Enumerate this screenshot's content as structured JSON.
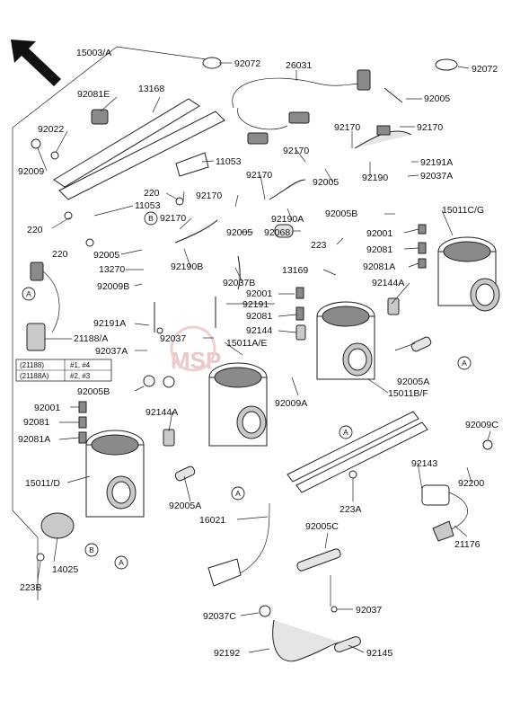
{
  "parts": [
    {
      "id": "p15003A",
      "label": "15003/A"
    },
    {
      "id": "p92072a",
      "label": "92072"
    },
    {
      "id": "p92072b",
      "label": "92072"
    },
    {
      "id": "p26031",
      "label": "26031"
    },
    {
      "id": "p92081E",
      "label": "92081E"
    },
    {
      "id": "p13168",
      "label": "13168"
    },
    {
      "id": "p92005a",
      "label": "92005"
    },
    {
      "id": "p92022",
      "label": "92022"
    },
    {
      "id": "p92009",
      "label": "92009"
    },
    {
      "id": "p92170a",
      "label": "92170"
    },
    {
      "id": "p92170b",
      "label": "92170"
    },
    {
      "id": "p92170c",
      "label": "92170"
    },
    {
      "id": "p11053a",
      "label": "11053"
    },
    {
      "id": "p92191A_top",
      "label": "92191A"
    },
    {
      "id": "p92005b",
      "label": "92005"
    },
    {
      "id": "p92190",
      "label": "92190"
    },
    {
      "id": "p92037A_top",
      "label": "92037A"
    },
    {
      "id": "p220a",
      "label": "220"
    },
    {
      "id": "p92170d",
      "label": "92170"
    },
    {
      "id": "p11053b",
      "label": "11053"
    },
    {
      "id": "p92170e",
      "label": "92170"
    },
    {
      "id": "p92005B_top",
      "label": "92005B"
    },
    {
      "id": "p15011CG",
      "label": "15011C/G"
    },
    {
      "id": "p220b",
      "label": "220"
    },
    {
      "id": "p92190A",
      "label": "92190A"
    },
    {
      "id": "p92001_top",
      "label": "92001"
    },
    {
      "id": "p92170f",
      "label": "92170"
    },
    {
      "id": "p223",
      "label": "223"
    },
    {
      "id": "p92081_top",
      "label": "92081"
    },
    {
      "id": "p220c",
      "label": "220"
    },
    {
      "id": "p92005c",
      "label": "92005"
    },
    {
      "id": "p92068",
      "label": "92068"
    },
    {
      "id": "p92081A_top",
      "label": "92081A"
    },
    {
      "id": "p92005d",
      "label": "92005"
    },
    {
      "id": "p92190B",
      "label": "92190B"
    },
    {
      "id": "p13169",
      "label": "13169"
    },
    {
      "id": "p13270",
      "label": "13270"
    },
    {
      "id": "p92037B",
      "label": "92037B"
    },
    {
      "id": "p92144A_r",
      "label": "92144A"
    },
    {
      "id": "p92009B",
      "label": "92009B"
    },
    {
      "id": "p92001_mid",
      "label": "92001"
    },
    {
      "id": "p92191",
      "label": "92191"
    },
    {
      "id": "p92081_mid",
      "label": "92081"
    },
    {
      "id": "p92191A_l",
      "label": "92191A"
    },
    {
      "id": "p92144",
      "label": "92144"
    },
    {
      "id": "p92037_mid",
      "label": "92037"
    },
    {
      "id": "p15011AE",
      "label": "15011A/E"
    },
    {
      "id": "p21188A",
      "label": "21188/A"
    },
    {
      "id": "p92037A_l",
      "label": "92037A"
    },
    {
      "id": "p92005A_r",
      "label": "92005A"
    },
    {
      "id": "p92005B_l",
      "label": "92005B"
    },
    {
      "id": "p15011BF",
      "label": "15011B/F"
    },
    {
      "id": "p92009A",
      "label": "92009A"
    },
    {
      "id": "p92001_l",
      "label": "92001"
    },
    {
      "id": "p92081_l",
      "label": "92081"
    },
    {
      "id": "p92144A_l",
      "label": "92144A"
    },
    {
      "id": "p92081A_l",
      "label": "92081A"
    },
    {
      "id": "p92009C",
      "label": "92009C"
    },
    {
      "id": "p92143",
      "label": "92143"
    },
    {
      "id": "p92200",
      "label": "92200"
    },
    {
      "id": "p15011D",
      "label": "15011/D"
    },
    {
      "id": "p92005A_l",
      "label": "92005A"
    },
    {
      "id": "p223A",
      "label": "223A"
    },
    {
      "id": "p16021",
      "label": "16021"
    },
    {
      "id": "p92005C",
      "label": "92005C"
    },
    {
      "id": "p21176",
      "label": "21176"
    },
    {
      "id": "p14025",
      "label": "14025"
    },
    {
      "id": "p223B",
      "label": "223B"
    },
    {
      "id": "p92037C",
      "label": "92037C"
    },
    {
      "id": "p92037_bot",
      "label": "92037"
    },
    {
      "id": "p92192",
      "label": "92192"
    },
    {
      "id": "p92145",
      "label": "92145"
    }
  ],
  "legend_table": [
    {
      "code": "(21188)",
      "models": "#1, #4"
    },
    {
      "code": "(21188A)",
      "models": "#2, #3"
    }
  ],
  "ref_markers": {
    "A": "A",
    "B": "B"
  },
  "watermark": "MSP"
}
